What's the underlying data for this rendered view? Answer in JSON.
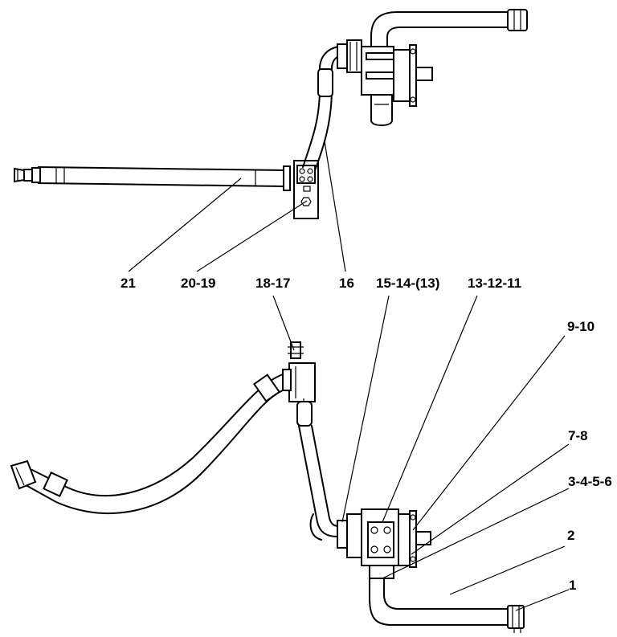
{
  "labels": {
    "l21": "21",
    "l20_19": "20-19",
    "l16": "16",
    "l18_17": "18-17",
    "l15_14_13": "15-14-(13)",
    "l13_12_11": "13-12-11",
    "l9_10": "9-10",
    "l7_8": "7-8",
    "l3_4_5_6": "3-4-5-6",
    "l2": "2",
    "l1": "1"
  }
}
